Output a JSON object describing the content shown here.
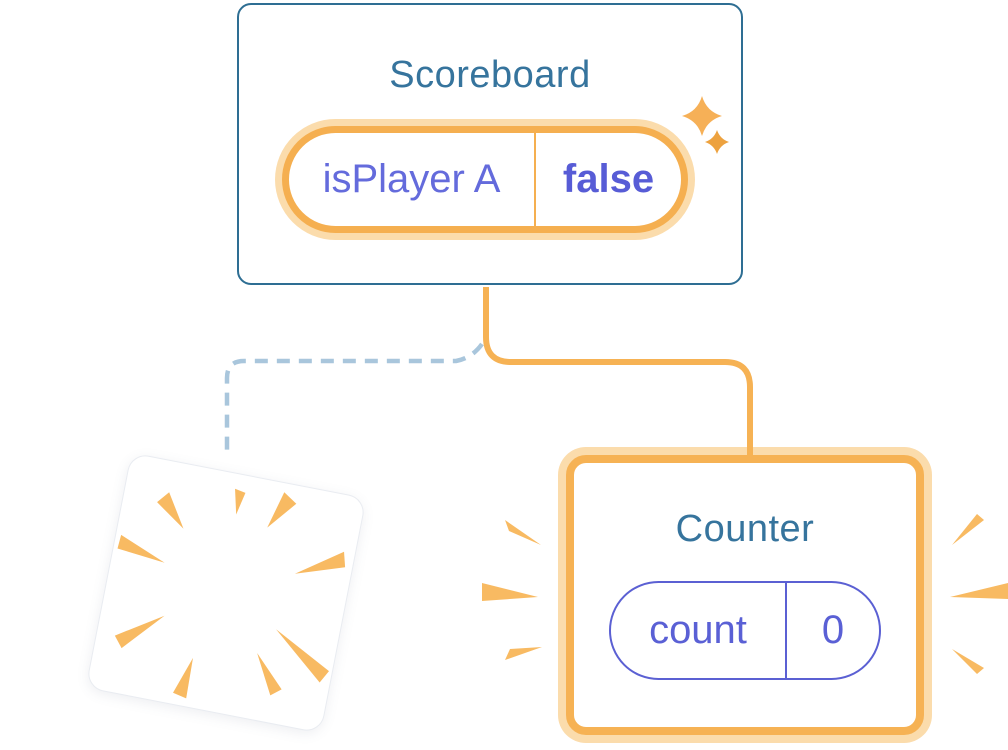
{
  "diagram": {
    "scoreboard": {
      "title": "Scoreboard",
      "state": {
        "key": "isPlayer A",
        "value": "false"
      }
    },
    "counter": {
      "title": "Counter",
      "state": {
        "key": "count",
        "value": "0"
      }
    },
    "connections": {
      "created_branch": "solid-orange-line-to-counter",
      "destroyed_branch": "dashed-blue-line-to-poof"
    }
  },
  "icons": {
    "sparkle": "sparkle-icon",
    "poof_burst": "poof-burst-icon",
    "emphasis_lines": "emphasis-lines-icon"
  },
  "colors": {
    "background": "#FFFFFF",
    "card_border_blue": "#2E6E93",
    "title_blue": "#36749D",
    "orange": "#F6B254",
    "orange_pill_border": "#F5AF50",
    "orange_glow": "#FBDCAC",
    "burst_orange": "#F8BA62",
    "purple_value": "#575CD6",
    "purple_key": "#646BDC",
    "purple_pill_border": "#5B60D3",
    "dashed_line_blue": "#A9C6DC"
  }
}
